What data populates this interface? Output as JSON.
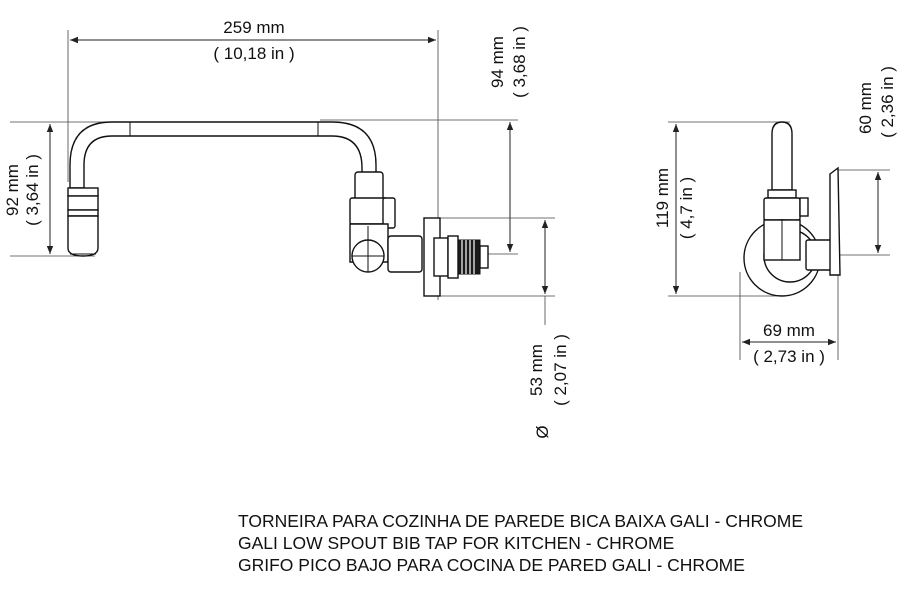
{
  "dimensions": {
    "width_mm": "259 mm",
    "width_in": "( 10,18 in )",
    "height_left_mm": "92 mm",
    "height_left_in": "( 3,64 in )",
    "height_top_mm": "94 mm",
    "height_top_in": "( 3,68 in )",
    "diameter_symbol": "Ø",
    "diameter_mm": "53 mm",
    "diameter_in": "( 2,07 in )",
    "side_height_mm": "119 mm",
    "side_height_in": "( 4,7 in )",
    "side_handle_mm": "60 mm",
    "side_handle_in": "( 2,36 in )",
    "side_depth_mm": "69 mm",
    "side_depth_in": "( 2,73 in )"
  },
  "caption": {
    "line_pt": "TORNEIRA PARA COZINHA DE PAREDE BICA BAIXA GALI - CHROME",
    "line_en": "GALI LOW SPOUT BIB TAP FOR KITCHEN - CHROME",
    "line_es": "GRIFO PICO BAJO PARA COCINA DE PARED GALI - CHROME"
  }
}
